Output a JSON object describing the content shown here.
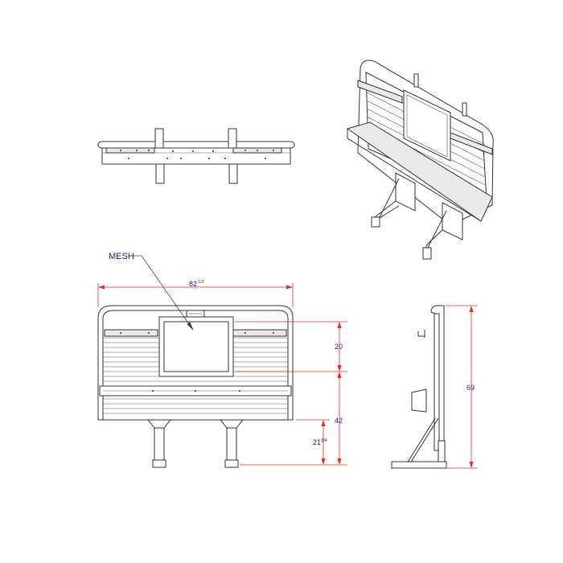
{
  "labels": {
    "mesh": "MESH"
  },
  "dimensions": {
    "overall_width": "82",
    "overall_width_frac": "1/2",
    "window_height": "20",
    "lower_height": "42",
    "leg_height": "21",
    "leg_height_frac": "3/4",
    "total_height": "69"
  },
  "colors": {
    "dimension_line": "#e8262a",
    "dimension_text": "#1b1f7a",
    "drawing_line": "#333333"
  }
}
